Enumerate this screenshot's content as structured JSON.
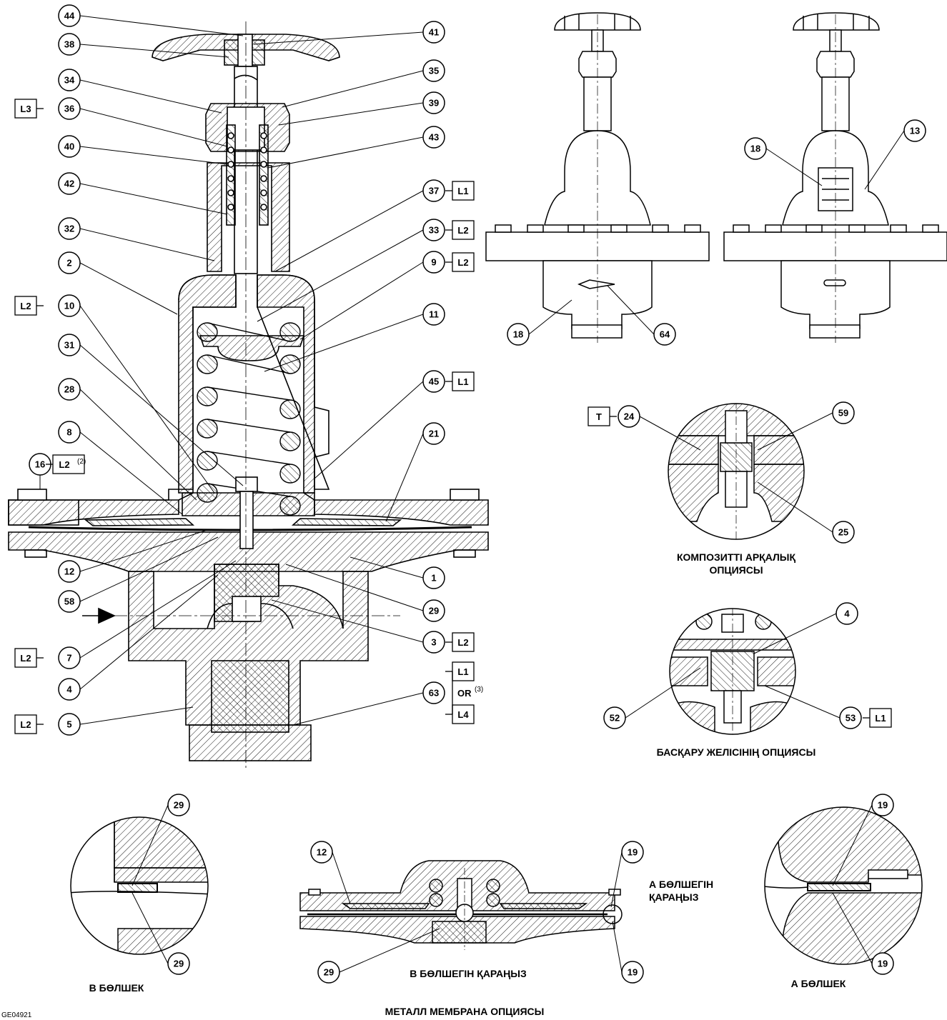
{
  "callouts": {
    "c44": "44",
    "c38": "38",
    "c41": "41",
    "c35": "35",
    "c34": "34",
    "c36": "36",
    "c39": "39",
    "c40": "40",
    "c43": "43",
    "c42": "42",
    "c37": "37",
    "c32": "32",
    "c33": "33",
    "c2": "2",
    "c9": "9",
    "c10": "10",
    "c11": "11",
    "c31": "31",
    "c45": "45",
    "c28": "28",
    "c8": "8",
    "c21": "21",
    "c16": "16",
    "c12": "12",
    "c1": "1",
    "c58": "58",
    "c29": "29",
    "c7": "7",
    "c3": "3",
    "c4": "4",
    "c63": "63",
    "c5": "5",
    "c18a": "18",
    "c13": "13",
    "c18b": "18",
    "c64": "64",
    "c24": "24",
    "c59": "59",
    "c25": "25",
    "c4b": "4",
    "c52": "52",
    "c53": "53",
    "c29a": "29",
    "c29b": "29",
    "c12b": "12",
    "c19a": "19",
    "c29c": "29",
    "c19b": "19",
    "c19c": "19",
    "c19d": "19"
  },
  "tags": {
    "l3_36": "L3",
    "l1_37": "L1",
    "l2_33": "L2",
    "l2_9": "L2",
    "l2_10": "L2",
    "l1_45": "L1",
    "l2_16": "L2",
    "l2_16_sup": "(2)",
    "l2_7": "L2",
    "l2_3": "L2",
    "l1_63": "L1",
    "or_63": "OR",
    "or_63_sup": "(3)",
    "l4_63": "L4",
    "l2_5": "L2",
    "t_24": "T",
    "l1_53": "L1"
  },
  "captions": {
    "composite": [
      "КОМПОЗИТТІ АРҚАЛЫҚ",
      "ОПЦИЯСЫ"
    ],
    "control_line": "БАСҚАРУ ЖЕЛІСІНІҢ ОПЦИЯСЫ",
    "see_part_a": [
      "А БӨЛШЕГІН",
      "ҚАРАҢЫЗ"
    ],
    "see_part_b": "В БӨЛШЕГІН ҚАРАҢЫЗ",
    "part_b": "В БӨЛШЕК",
    "part_a": "А БӨЛШЕК",
    "metal_diaphragm": "МЕТАЛЛ МЕМБРАНА ОПЦИЯСЫ"
  },
  "drawing_code": "GE04921"
}
